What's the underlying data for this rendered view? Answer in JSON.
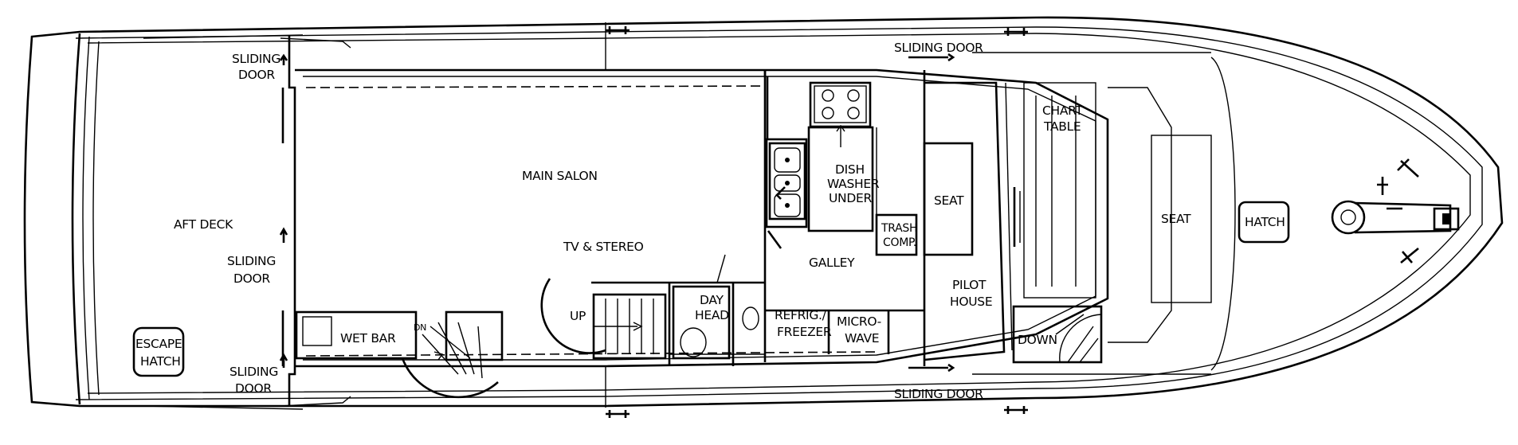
{
  "labels": {
    "aft_deck": "AFT DECK",
    "main_salon": "MAIN SALON",
    "tv_stereo": "TV & STEREO",
    "wet_bar": "WET BAR",
    "dn": "DN",
    "up": "UP",
    "day_head": [
      "DAY",
      "HEAD"
    ],
    "refrig_freezer": [
      "REFRIG./",
      "FREEZER"
    ],
    "micro_wave": [
      "MICRO-",
      "WAVE"
    ],
    "galley": "GALLEY",
    "dish_washer": [
      "DISH",
      "WASHER",
      "UNDER"
    ],
    "trash_comp": [
      "TRASH",
      "COMP."
    ],
    "seat_pilot": "SEAT",
    "pilot_house": [
      "PILOT",
      "HOUSE"
    ],
    "chart_table": [
      "CHART",
      "TABLE"
    ],
    "seat_bow": "SEAT",
    "hatch": "HATCH",
    "escape_hatch": [
      "ESCAPE",
      "HATCH"
    ],
    "down": "DOWN",
    "sliding_door_top_aft": [
      "SLIDING",
      "DOOR"
    ],
    "sliding_door_mid_aft": [
      "SLIDING",
      "DOOR"
    ],
    "sliding_door_bottom_aft": [
      "SLIDING",
      "DOOR"
    ],
    "sliding_door_top_pilot": "SLIDING DOOR",
    "sliding_door_bottom_pilot": "SLIDING DOOR"
  }
}
